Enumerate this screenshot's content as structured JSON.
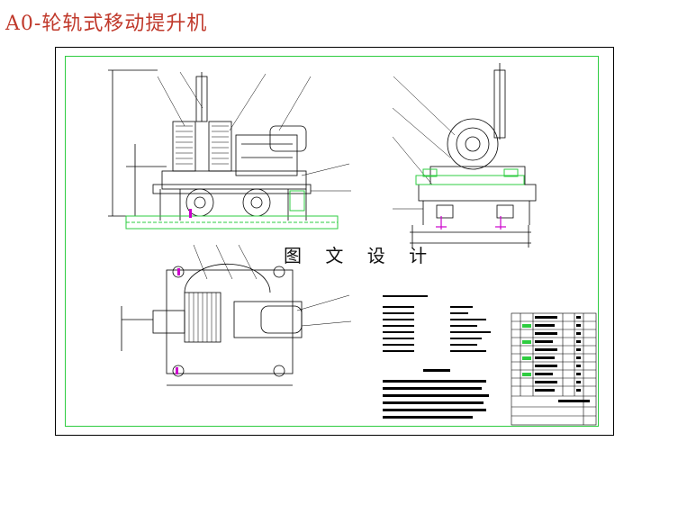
{
  "page": {
    "title": "A0-轮轨式移动提升机",
    "watermark": "图 文 设 计"
  },
  "colors": {
    "title": "#c0392b",
    "frame_border": "#2ecc40",
    "line": "#000000",
    "highlight_green": "#2ecc40",
    "highlight_magenta": "#cc00cc",
    "leader_blue": "#1f3cff"
  },
  "drawing": {
    "views": [
      "front-view",
      "side-view",
      "top-view"
    ],
    "title_block": true
  }
}
